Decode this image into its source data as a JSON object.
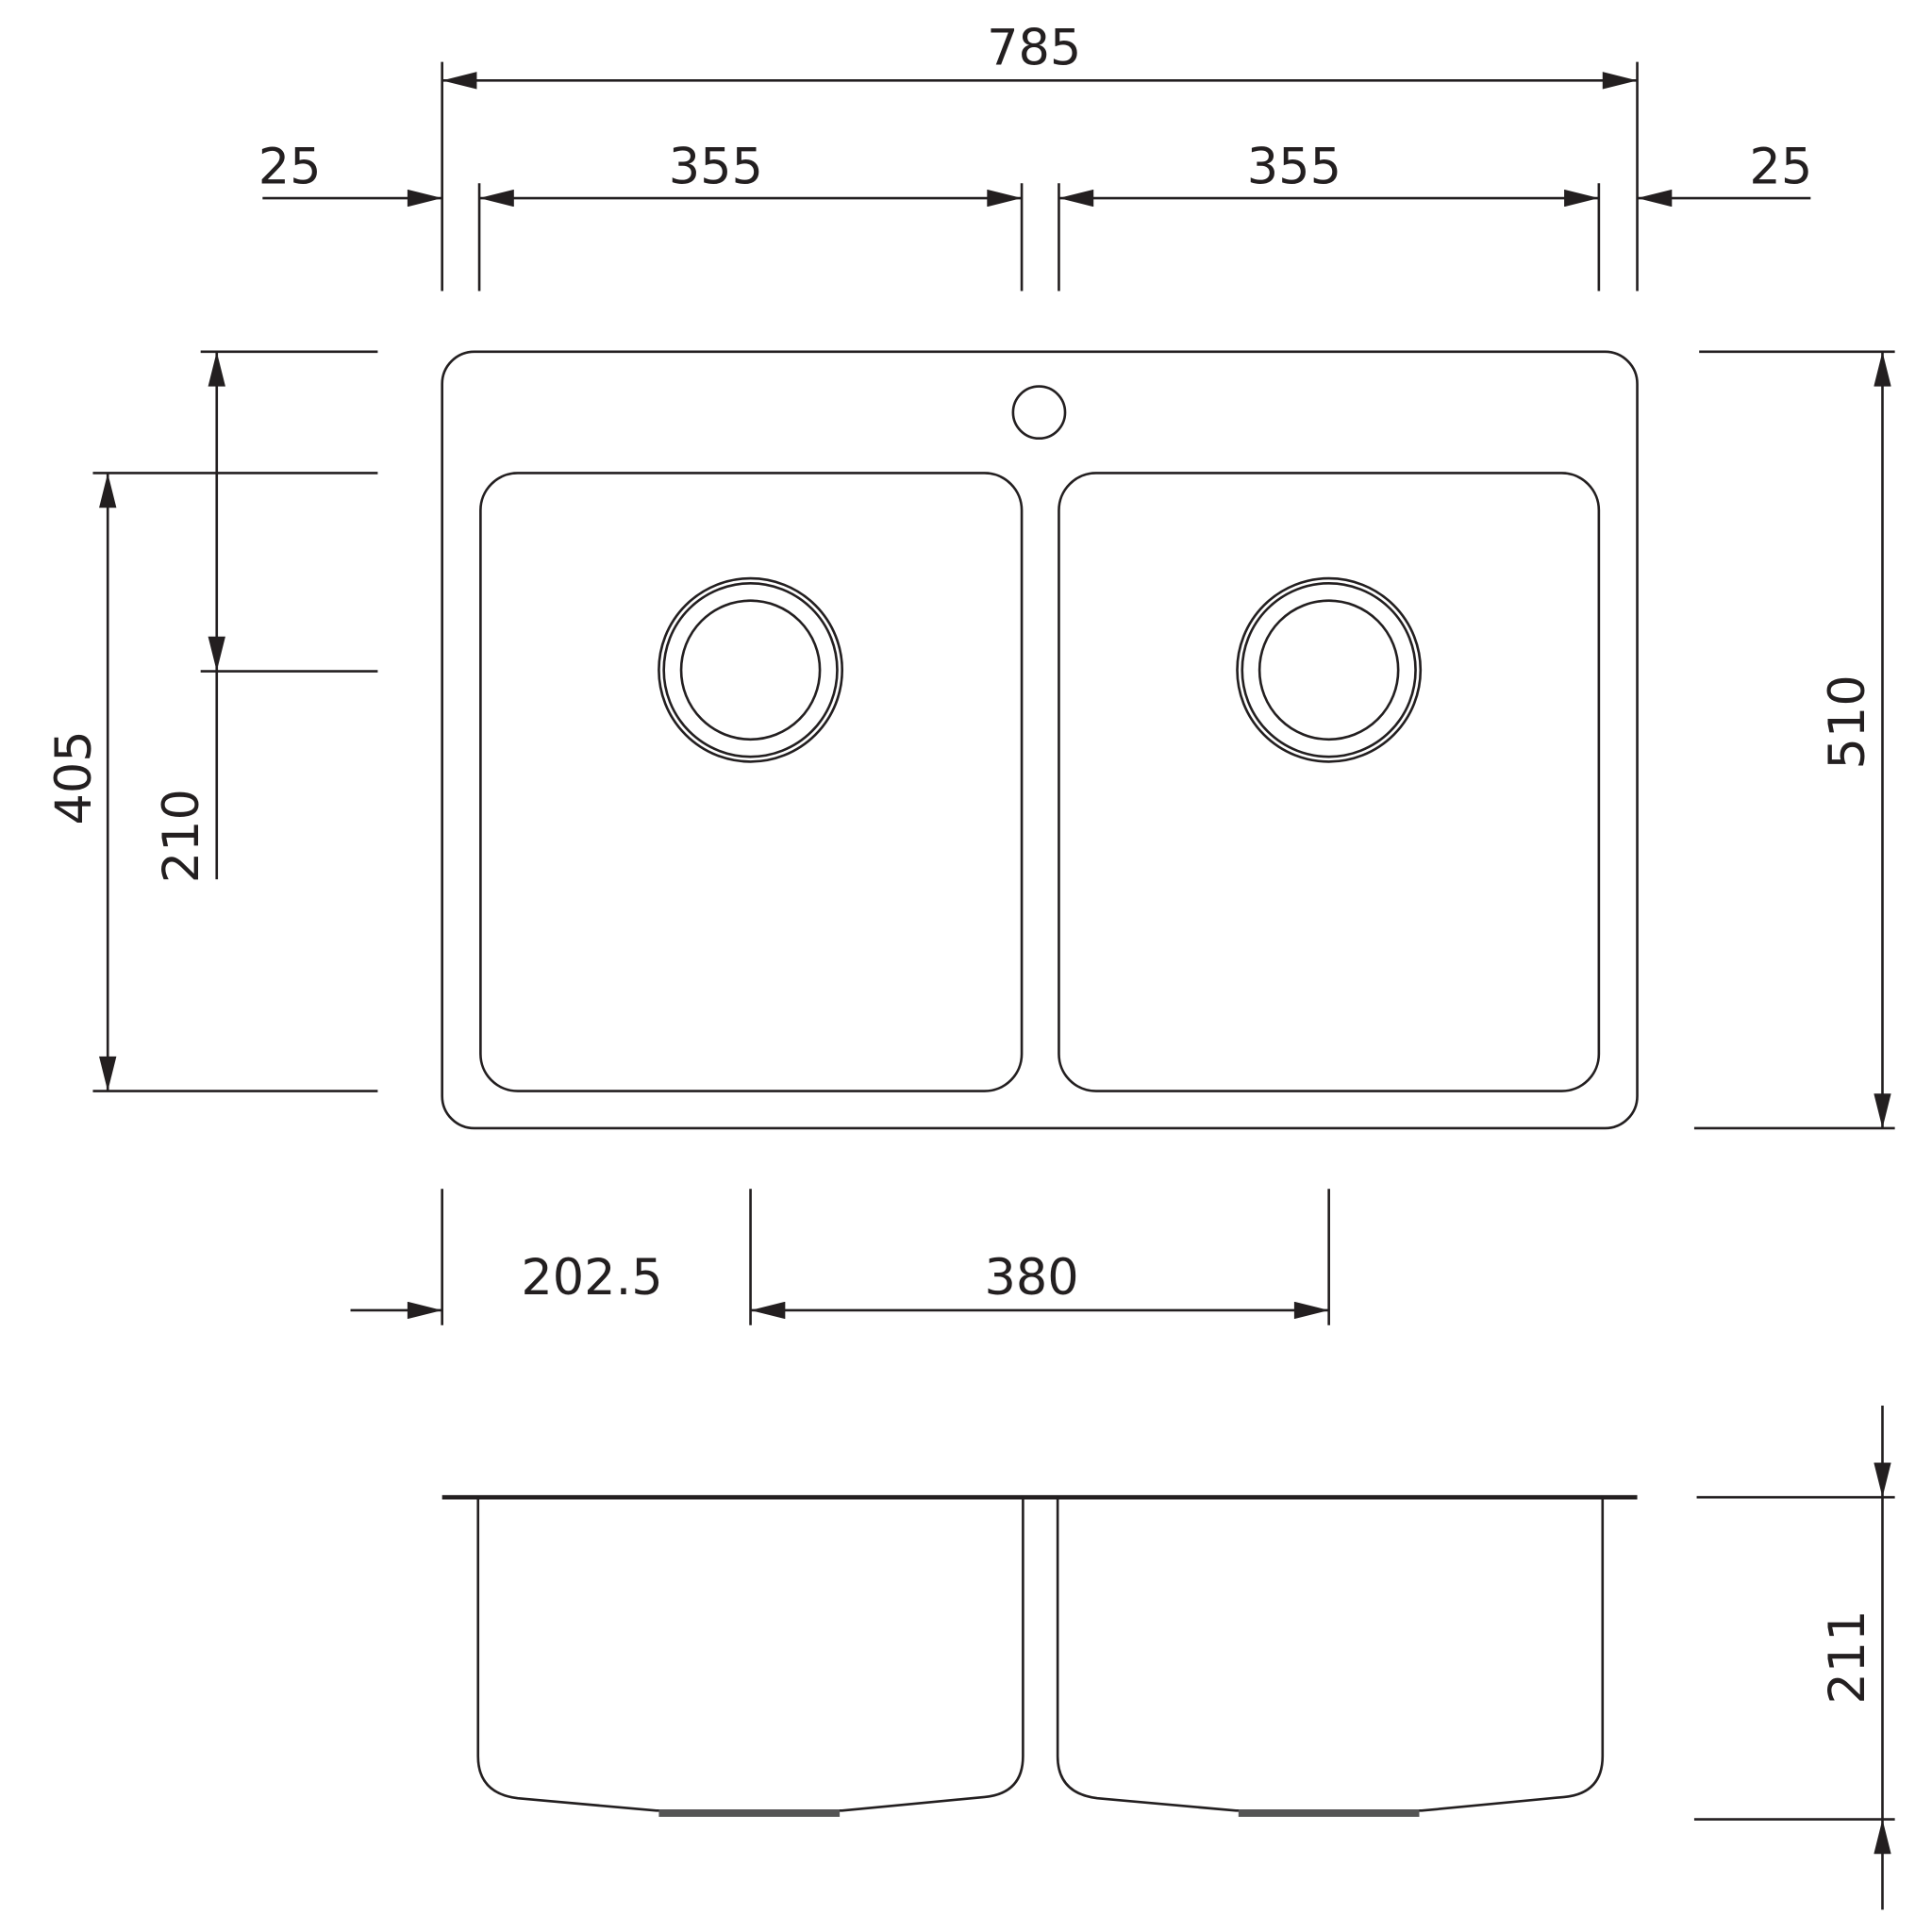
{
  "drawing": {
    "type": "double bowl sink technical drawing",
    "line_color": "#231f20",
    "dimensions": {
      "overall_width": "785",
      "left_margin": "25",
      "left_bowl_width": "355",
      "right_bowl_width": "355",
      "right_margin": "25",
      "overall_depth": "510",
      "bowl_length": "405",
      "waste_from_top": "210",
      "waste_offset": "202.5",
      "waste_spacing": "380",
      "bowl_depth": "211"
    }
  }
}
